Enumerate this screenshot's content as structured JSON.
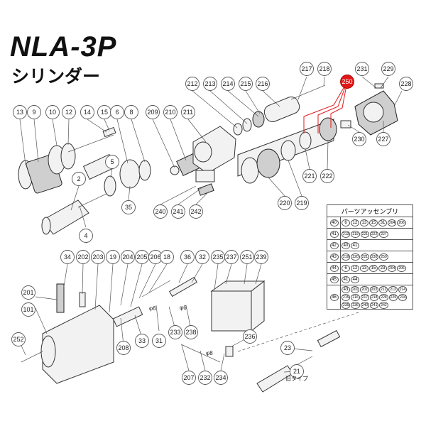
{
  "header": {
    "title": "NLA-3P",
    "subtitle": "シリンダー"
  },
  "callouts": [
    "13",
    "9",
    "10",
    "12",
    "14",
    "15",
    "6",
    "8",
    "5",
    "2",
    "35",
    "4",
    "209",
    "210",
    "211",
    "212",
    "213",
    "214",
    "215",
    "216",
    "217",
    "218",
    "250",
    "231",
    "229",
    "228",
    "227",
    "230",
    "222",
    "221",
    "220",
    "219",
    "240",
    "241",
    "242",
    "34",
    "202",
    "203",
    "19",
    "204",
    "205",
    "206",
    "18",
    "36",
    "32",
    "235",
    "237",
    "251",
    "239",
    "201",
    "101",
    "252",
    "208",
    "33",
    "31",
    "233",
    "238",
    "207",
    "232",
    "234",
    "236",
    "23",
    "21"
  ],
  "table": {
    "header": "パーツアッセンブリ",
    "rows": [
      {
        "id": "40",
        "parts": [
          "6",
          "12",
          "13",
          "15",
          "31",
          "204",
          "206"
        ]
      },
      {
        "id": "41",
        "parts": [
          "213",
          "219",
          "221",
          "222",
          "227"
        ]
      },
      {
        "id": "42",
        "parts": [
          "40",
          "41"
        ]
      },
      {
        "id": "43",
        "parts": [
          "219",
          "220",
          "221",
          "230",
          "250"
        ]
      },
      {
        "id": "44",
        "parts": [
          "6",
          "12",
          "13",
          "15",
          "23",
          "204",
          "206"
        ]
      },
      {
        "id": "45",
        "parts": [
          "41",
          "44"
        ]
      },
      {
        "id": "46",
        "parts": [
          "43",
          "201",
          "202",
          "203",
          "212",
          "213",
          "214",
          "215",
          "216",
          "217",
          "218",
          "228",
          "229",
          "234",
          "235",
          "236",
          "240",
          "241",
          "242"
        ]
      }
    ]
  },
  "labels": {
    "phi6": "φ6",
    "phi8": "φ8",
    "type_label": "旧タイプ"
  }
}
